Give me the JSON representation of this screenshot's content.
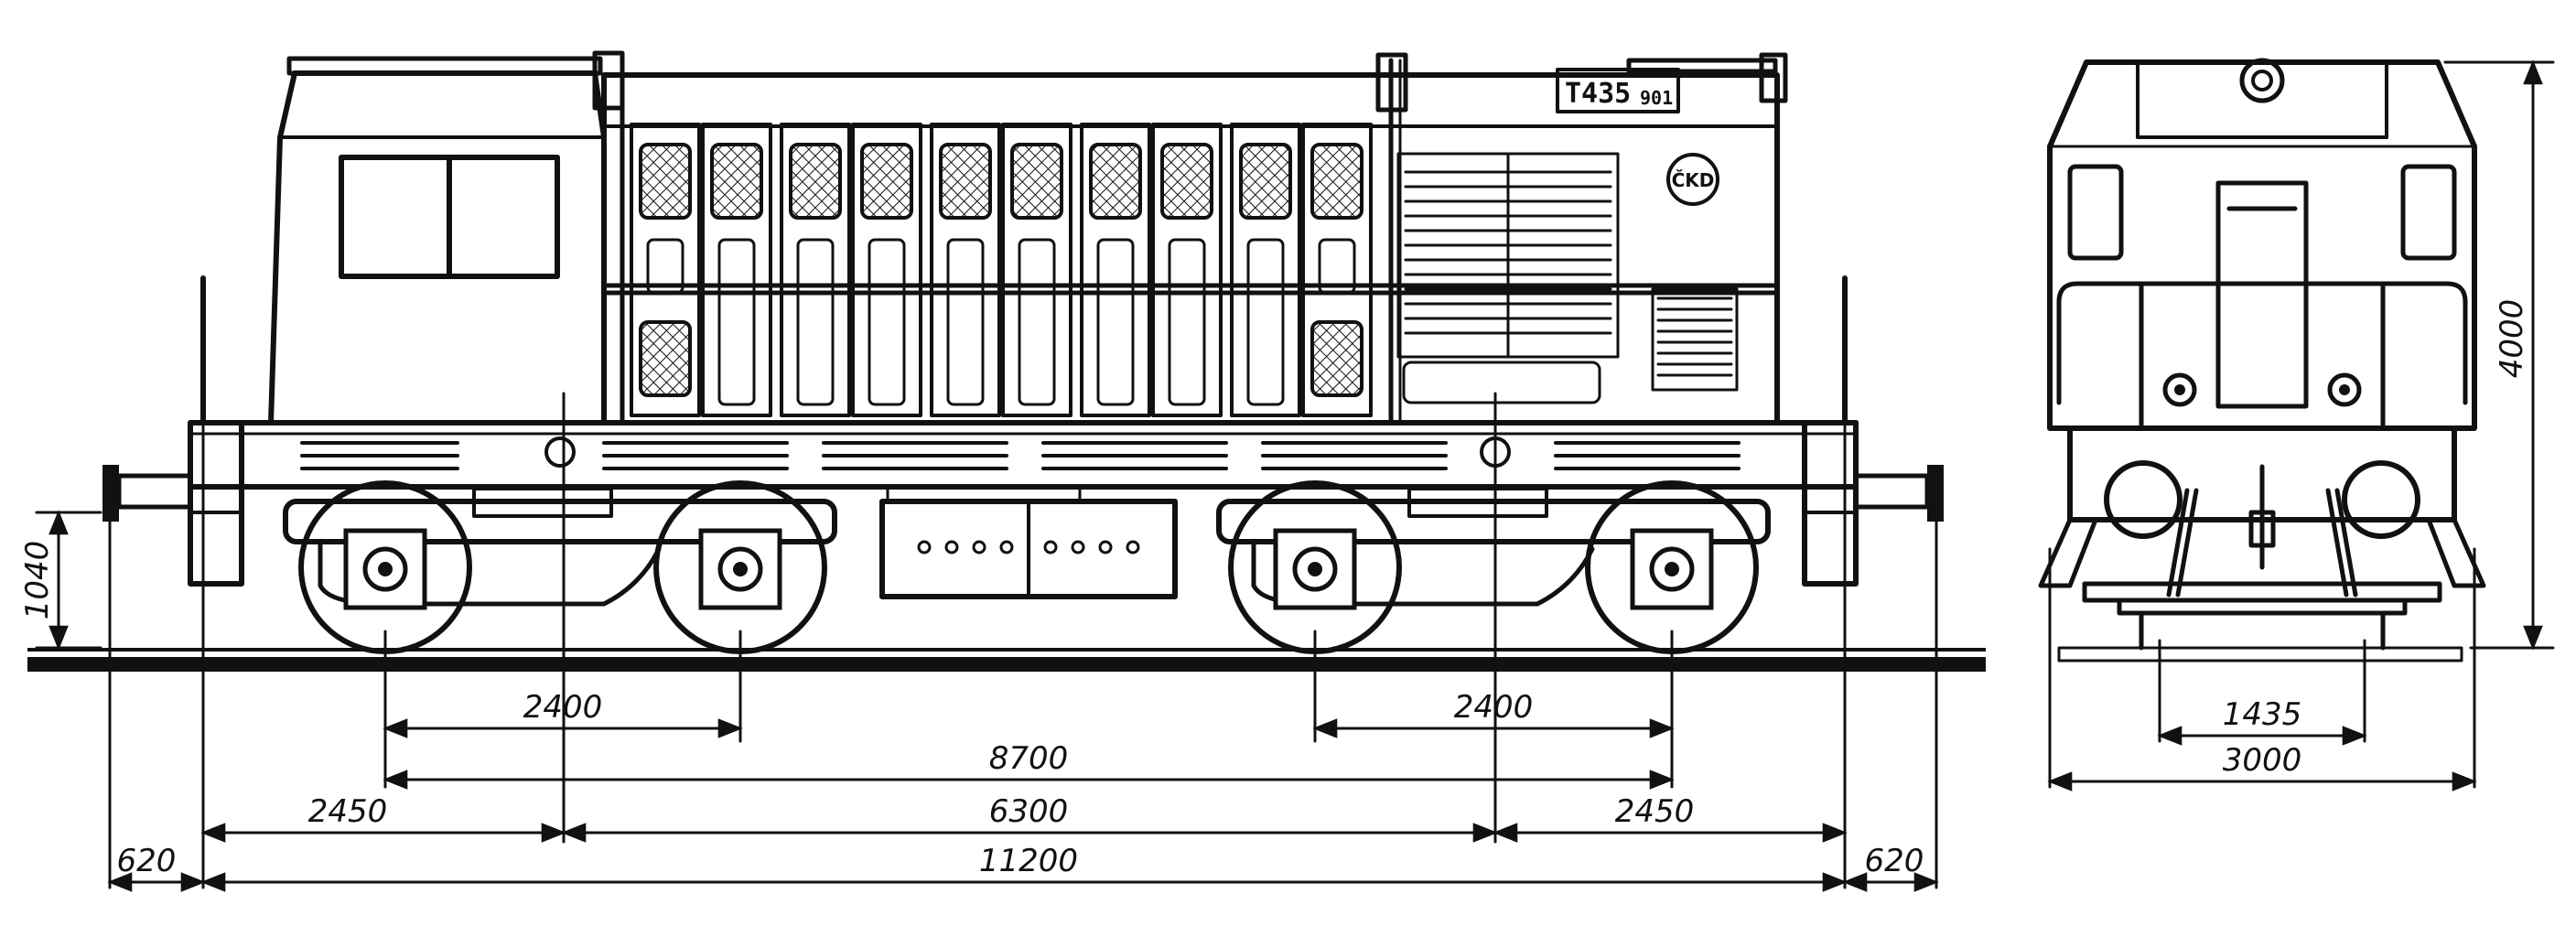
{
  "locomotive": {
    "designation": "T435",
    "serial": "901",
    "logo_text": "ČKD"
  },
  "dimensions": {
    "bogie_wheelbase_left": "2400",
    "bogie_wheelbase_right": "2400",
    "bogie_centers": "8700",
    "overhang_left": "2450",
    "center_span": "6300",
    "overhang_right": "2450",
    "buffer_left": "620",
    "length_over_frame": "11200",
    "buffer_right": "620",
    "buffer_height": "1040",
    "height": "4000",
    "track_gauge": "1435",
    "width": "3000"
  },
  "colors": {
    "ink": "#111111",
    "paper": "#ffffff"
  }
}
